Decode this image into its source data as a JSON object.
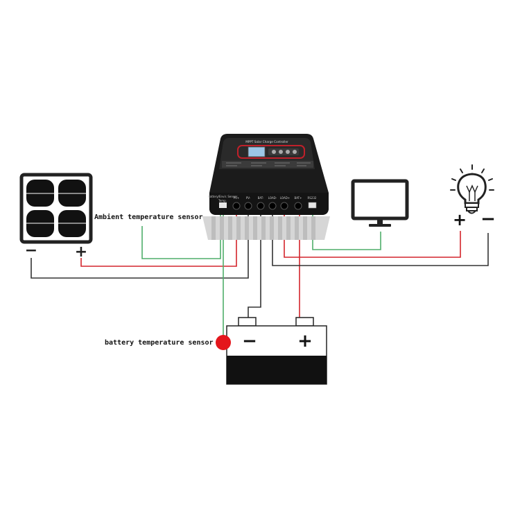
{
  "colors": {
    "red_wire": "#d4242b",
    "green_wire": "#4fae6a",
    "black_wire": "#333333",
    "controller_body": "#1b1b1b",
    "accent": "#c0202a",
    "lcd": "#9cc6e6"
  },
  "controller": {
    "panel_title": "MPPT Solar Charge Controller",
    "ports": {
      "sensor": "Battery/Envir. Sensor",
      "sensor_sub": "Temp.",
      "pv_pos": "PV+",
      "pv_neg": "PV-",
      "bat_neg": "BAT-",
      "load_neg": "LOAD-",
      "load_pos": "LOAD+",
      "bat_pos": "BAT+",
      "rs232": "RS232"
    }
  },
  "labels": {
    "ambient_sensor": "Ambient temperature sensor",
    "battery_sensor": "battery temperature sensor"
  },
  "solar_panel": {
    "minus": "−",
    "plus": "+"
  },
  "battery": {
    "minus": "−",
    "plus": "+"
  },
  "bulb": {
    "plus": "+",
    "minus": "−"
  }
}
